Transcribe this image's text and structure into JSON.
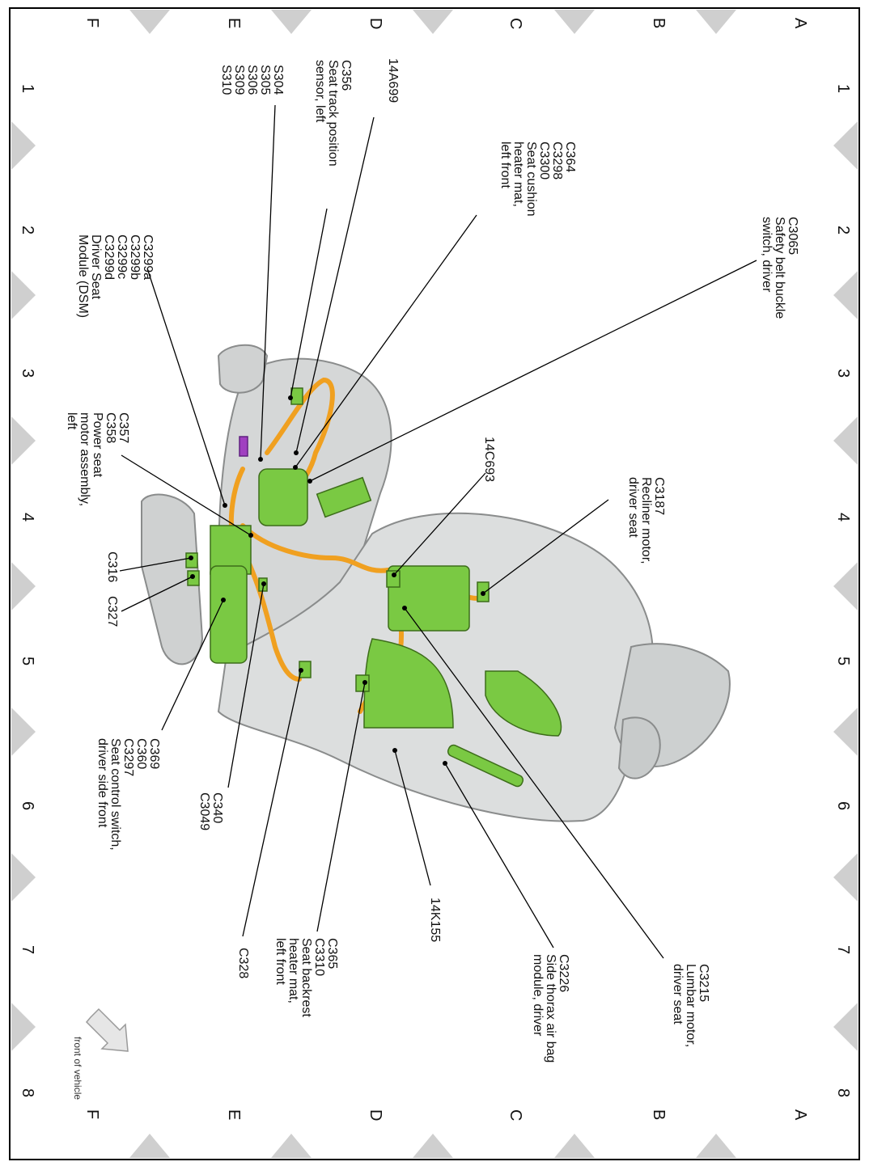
{
  "grid": {
    "columns": [
      "1",
      "2",
      "3",
      "4",
      "5",
      "6",
      "7",
      "8"
    ],
    "rows": [
      "A",
      "B",
      "C",
      "D",
      "E",
      "F"
    ]
  },
  "orientation_note": "front of vehicle",
  "callouts": [
    {
      "id": "c3065",
      "lines": [
        "C3065",
        "Safety belt buckle",
        "switch, driver"
      ]
    },
    {
      "id": "c364",
      "lines": [
        "C364",
        "C3298",
        "C3300",
        "Seat cushion",
        "heater mat,",
        "left front"
      ]
    },
    {
      "id": "14a699",
      "lines": [
        "14A699"
      ]
    },
    {
      "id": "c356",
      "lines": [
        "C356",
        "Seat track position",
        "sensor, left"
      ]
    },
    {
      "id": "s304",
      "lines": [
        "S304",
        "S305",
        "S306",
        "S309",
        "S310"
      ]
    },
    {
      "id": "c3299",
      "lines": [
        "C3299a",
        "C3299b",
        "C3299c",
        "C3299d",
        "Driver Seat",
        "Module (DSM)"
      ]
    },
    {
      "id": "c357",
      "lines": [
        "C357",
        "C358",
        "Power seat",
        "motor assembly,",
        "left"
      ]
    },
    {
      "id": "c316",
      "lines": [
        "C316"
      ]
    },
    {
      "id": "c327",
      "lines": [
        "C327"
      ]
    },
    {
      "id": "c369",
      "lines": [
        "C369",
        "C360",
        "C3297",
        "Seat control switch,",
        "driver side front"
      ]
    },
    {
      "id": "c340",
      "lines": [
        "C340",
        "C3049"
      ]
    },
    {
      "id": "c328",
      "lines": [
        "C328"
      ]
    },
    {
      "id": "c365",
      "lines": [
        "C365",
        "C3310",
        "Seat backrest",
        "heater mat,",
        "left front"
      ]
    },
    {
      "id": "14k155",
      "lines": [
        "14K155"
      ]
    },
    {
      "id": "c3226",
      "lines": [
        "C3226",
        "Side thorax air bag",
        "module, driver"
      ]
    },
    {
      "id": "c3215",
      "lines": [
        "C3215",
        "Lumbar motor,",
        "driver seat"
      ]
    },
    {
      "id": "14c693",
      "lines": [
        "14C693"
      ]
    },
    {
      "id": "c3187",
      "lines": [
        "C3187",
        "Recliner motor,",
        "driver seat"
      ]
    }
  ],
  "colors": {
    "frame": "#000000",
    "triangle": "#cfcfcf",
    "seat": "#d4d6d6",
    "component": "#7ac943",
    "harness": "#f0a020"
  }
}
